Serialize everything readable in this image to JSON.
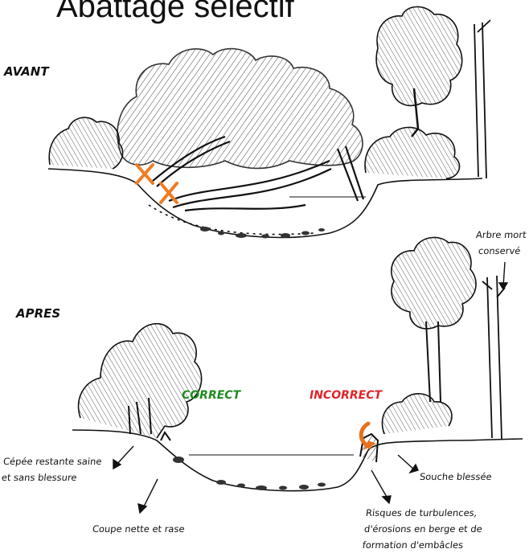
{
  "title": "Abattage sélectif",
  "sections": {
    "before": "AVANT",
    "after": "APRES"
  },
  "verdicts": {
    "correct": {
      "text": "CORRECT",
      "color": "#1e8b1e"
    },
    "incorrect": {
      "text": "INCORRECT",
      "color": "#e0242a"
    }
  },
  "annotations": {
    "dead_tree": [
      "Arbre mort",
      "conservé"
    ],
    "healthy_stool": [
      "Cépée restante saine",
      "et sans blessure"
    ],
    "clean_cut": "Coupe nette et rase",
    "damaged_stump": "Souche blessée",
    "risks": [
      "Risques de turbulences,",
      "d'érosions en berge et de",
      "formation d'embâcles"
    ]
  },
  "marks": {
    "cross_color": "#f07c22",
    "arrow_color": "#e8701e"
  }
}
